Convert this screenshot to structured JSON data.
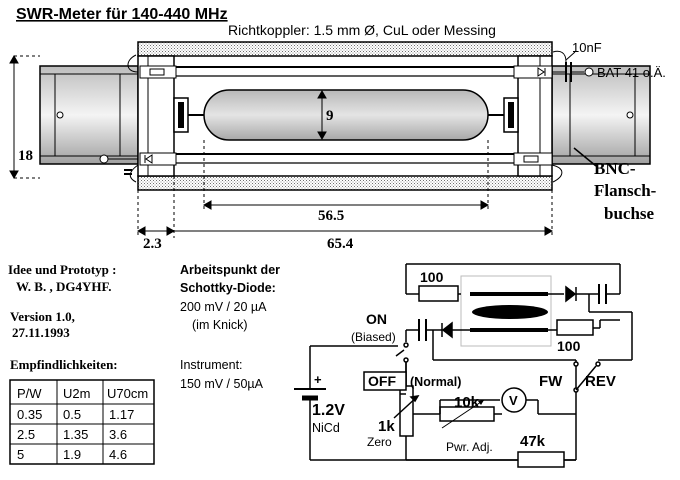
{
  "header": {
    "title": "SWR-Meter für 140-440 MHz",
    "coupler_note": "Richtkoppler: 1.5 mm Ø, CuL oder Messing"
  },
  "callouts": {
    "cap": "10nF",
    "diode": "BAT 41 o.Ä.",
    "bnc_line1": "BNC-",
    "bnc_line2": "Flansch-",
    "bnc_line3": "buchse"
  },
  "dimensions": {
    "tube_dia": "9",
    "height": "18",
    "inner_len": "56.5",
    "offset": "2.3",
    "total_len": "65.4"
  },
  "info": {
    "idea_line1": "Idee und Prototyp :",
    "idea_line2": "W. B. , DG4YHF.",
    "version_line1": "Version 1.0,",
    "version_line2": "27.11.1993",
    "sens_title": "Empfindlichkeiten:",
    "op_line1": "Arbeitspunkt der",
    "op_line2": "Schottky-Diode:",
    "op_line3": "200 mV / 20 µA",
    "op_line4": "(im Knick)",
    "inst_line1": "Instrument:",
    "inst_line2": "150 mV / 50µA"
  },
  "table": {
    "headers": [
      "P/W",
      "U2m",
      "U70cm"
    ],
    "rows": [
      [
        "0.35",
        "0.5",
        "1.17"
      ],
      [
        "2.5",
        "1.35",
        "3.6"
      ],
      [
        "5",
        "1.9",
        "4.6"
      ]
    ]
  },
  "schematic": {
    "r_top": "100",
    "r_bottom": "100",
    "on_label": "ON",
    "biased": "(Biased)",
    "off_label": "OFF",
    "normal": "(Normal)",
    "plus": "+",
    "battery_v": "1.2V",
    "battery_type": "NiCd",
    "pot_value": "1k",
    "zero": "Zero",
    "r_10k": "10k",
    "meter": "V",
    "pwr_adj": "Pwr. Adj.",
    "r_47k": "47k",
    "fw": "FW",
    "rev": "REV"
  }
}
